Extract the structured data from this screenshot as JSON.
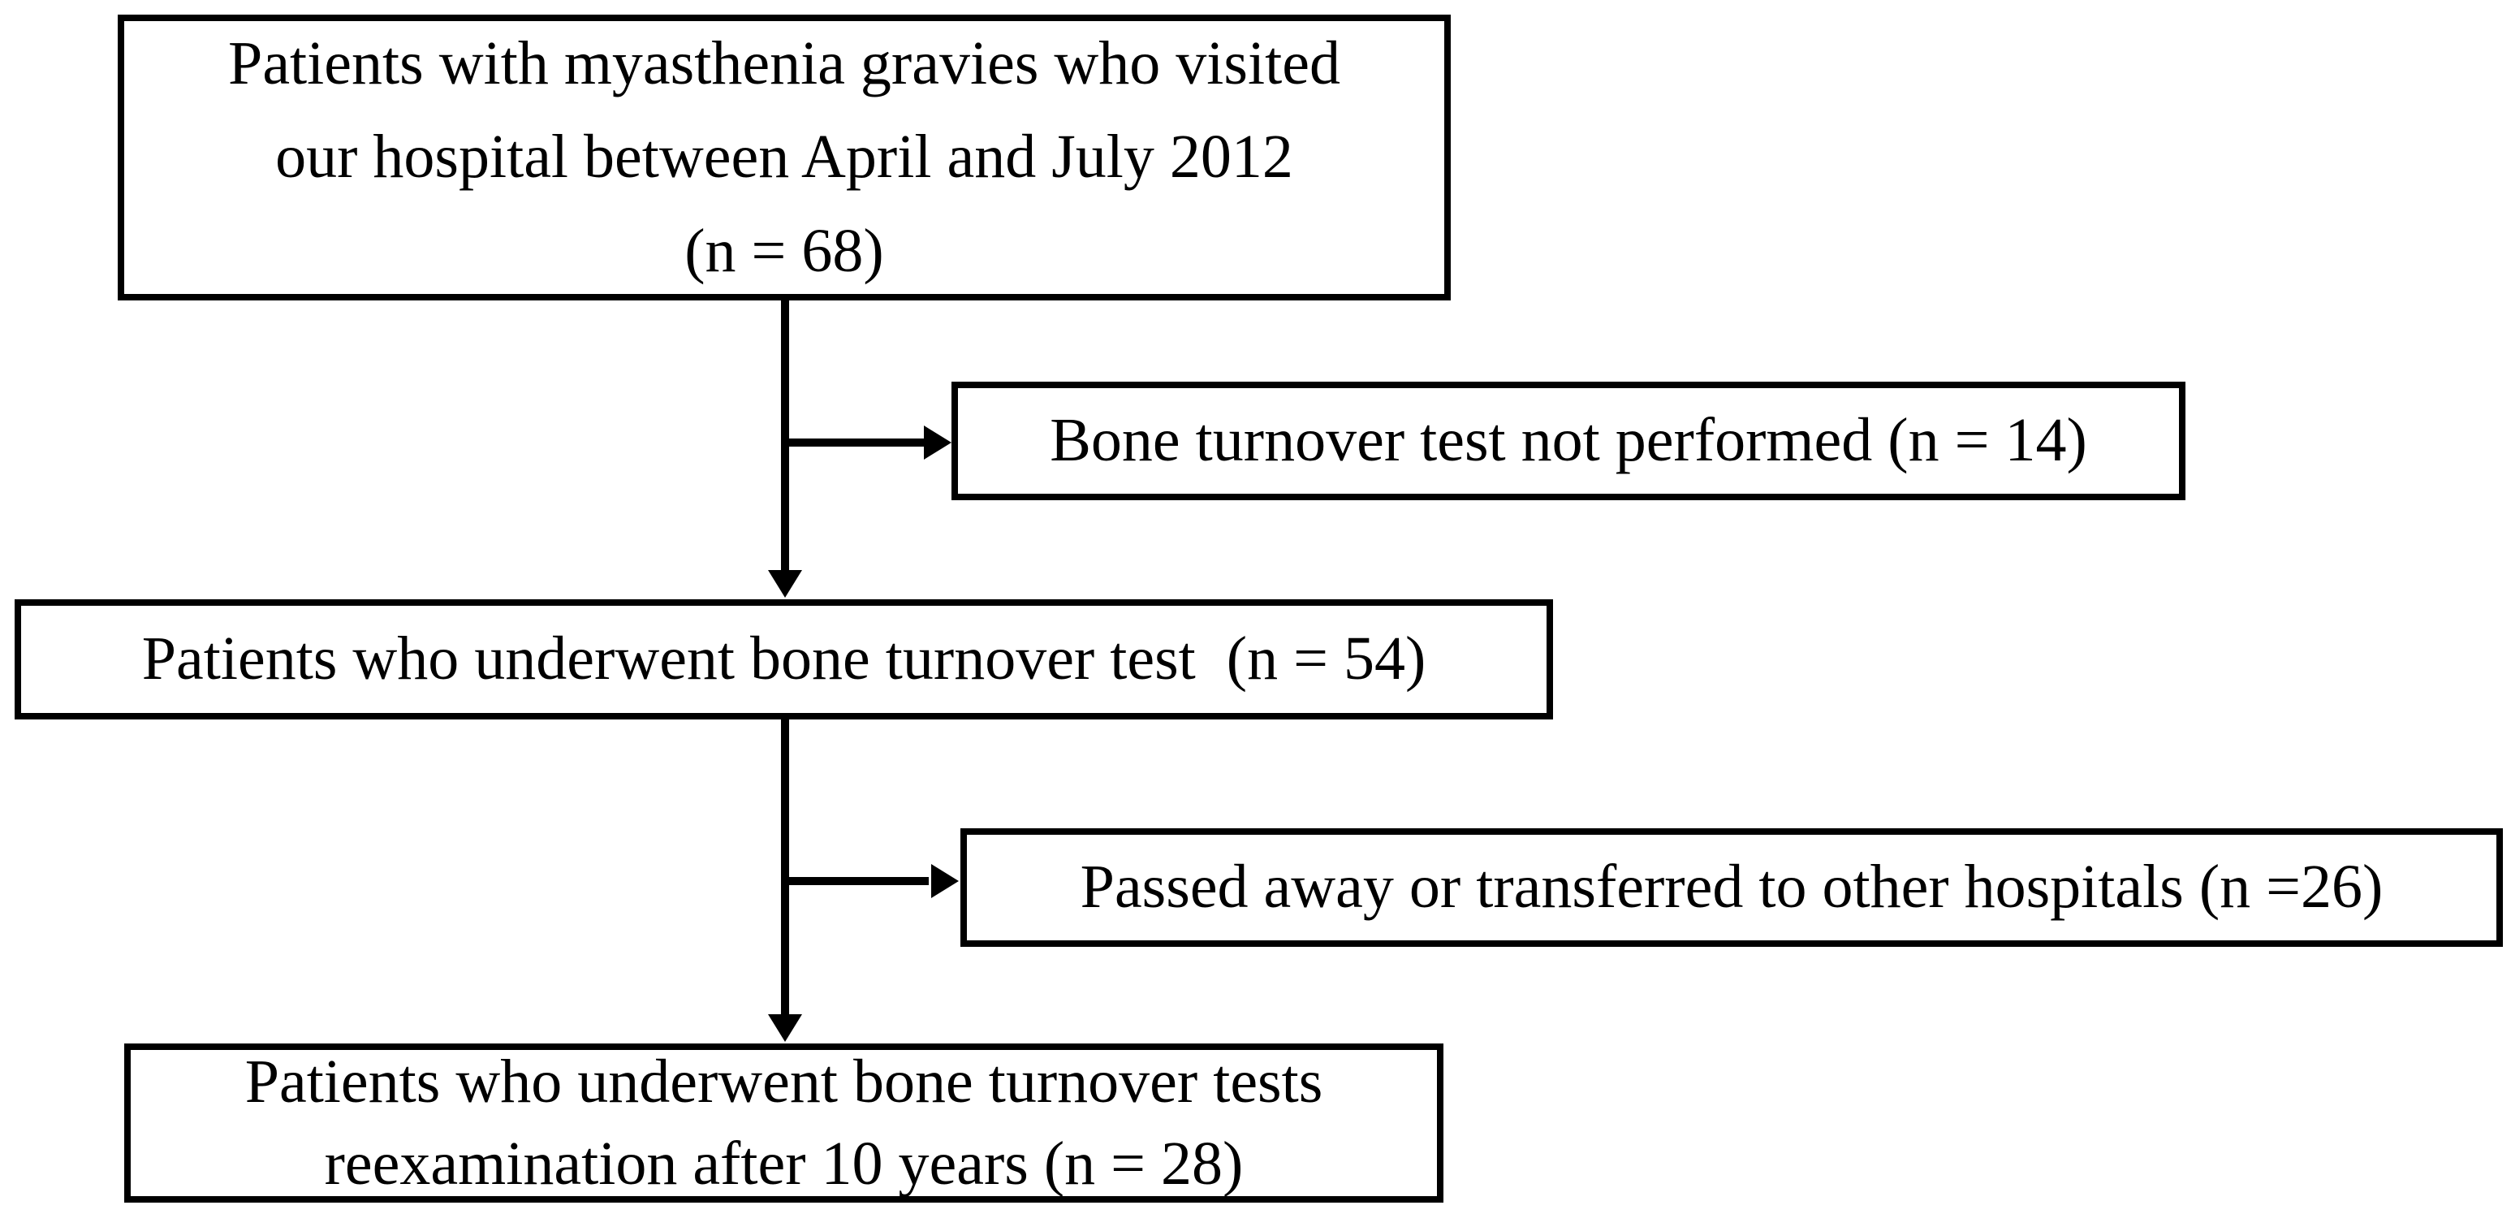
{
  "diagram": {
    "type": "flowchart",
    "background_color": "#ffffff",
    "line_color": "#000000",
    "nodes": {
      "initial": {
        "text": "Patients with myasthenia gravies who visited\nour hospital between April and July 2012\n(n = 68)",
        "n": 68
      },
      "excluded_no_test": {
        "text": "Bone turnover test not performed (n = 14)",
        "n": 14
      },
      "underwent_test": {
        "text": "Patients who underwent bone turnover test  (n = 54)",
        "n": 54
      },
      "excluded_lost": {
        "text": "Passed away or transferred to other hospitals (n =26)",
        "n": 26
      },
      "reexamined": {
        "text": "Patients who underwent bone turnover tests\nreexamination after 10 years (n = 28)",
        "n": 28
      }
    },
    "edges": [
      {
        "from": "initial",
        "to": "underwent_test",
        "style": "arrow-down"
      },
      {
        "from": "initial",
        "to": "excluded_no_test",
        "style": "arrow-right-branch"
      },
      {
        "from": "underwent_test",
        "to": "reexamined",
        "style": "arrow-down"
      },
      {
        "from": "underwent_test",
        "to": "excluded_lost",
        "style": "arrow-right-branch"
      }
    ]
  }
}
